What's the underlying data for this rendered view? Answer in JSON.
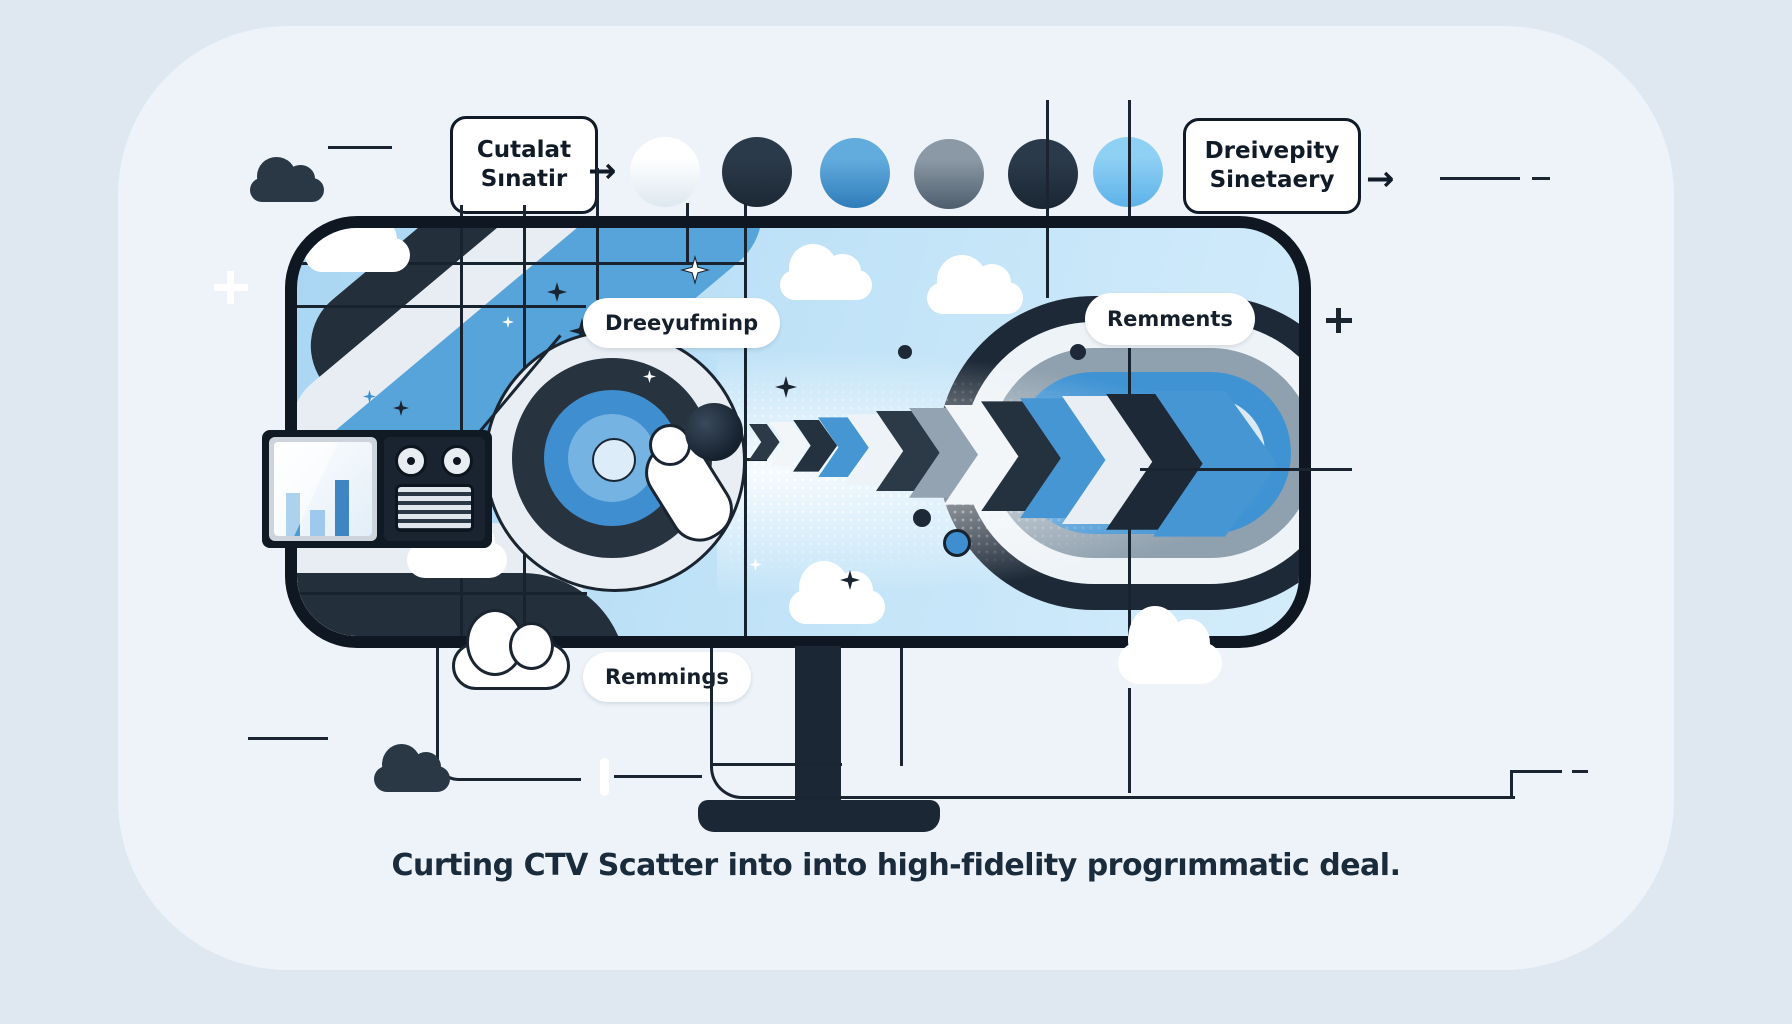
{
  "title_caption": "Curting CTV Scatter into into high-fidelity progrımmatic deal.",
  "callouts": {
    "top_left": {
      "line1": "Cutalat",
      "line2": "Sınatir"
    },
    "top_right": {
      "line1": "Dreivepity",
      "line2": "Sinetaery"
    }
  },
  "pills": {
    "screen_top_left": "Dreeyufminp",
    "screen_top_right": "Remments",
    "screen_bottom": "Remmings"
  },
  "arrows": {
    "left": "→",
    "right": "→"
  },
  "swatch_dots": [
    {
      "name": "white-dot",
      "color_top": "#ffffff",
      "color_bottom": "#dde8f0"
    },
    {
      "name": "navy-dot",
      "color_top": "#2b3a4a",
      "color_bottom": "#1c2835"
    },
    {
      "name": "blue-dot",
      "color_top": "#62abdd",
      "color_bottom": "#2f7cba"
    },
    {
      "name": "gray-dot",
      "color_top": "#8b99a6",
      "color_bottom": "#4e5d6c"
    },
    {
      "name": "navy-dot-2",
      "color_top": "#2b3a4a",
      "color_bottom": "#1a2633"
    },
    {
      "name": "sky-dot",
      "color_top": "#8fd0f5",
      "color_bottom": "#5cb2e8"
    }
  ],
  "palette": {
    "background": "#dfe7f0",
    "panel": "#edf3f9",
    "ink": "#16222e",
    "navy_fill": "#242f3c",
    "blue": "#4296d6",
    "sky": "#b9def6",
    "white": "#ffffff",
    "gray_ring": "#8fa0ae"
  },
  "chevron_colors": [
    "#2c3a48",
    "#f2f6f9",
    "#24313f",
    "#4796d4",
    "#eef3f7",
    "#2c3a48",
    "#93a3b1",
    "#f2f6f9",
    "#24313f",
    "#4796d4",
    "#e8eef3",
    "#1d2936",
    "#4796d4"
  ]
}
